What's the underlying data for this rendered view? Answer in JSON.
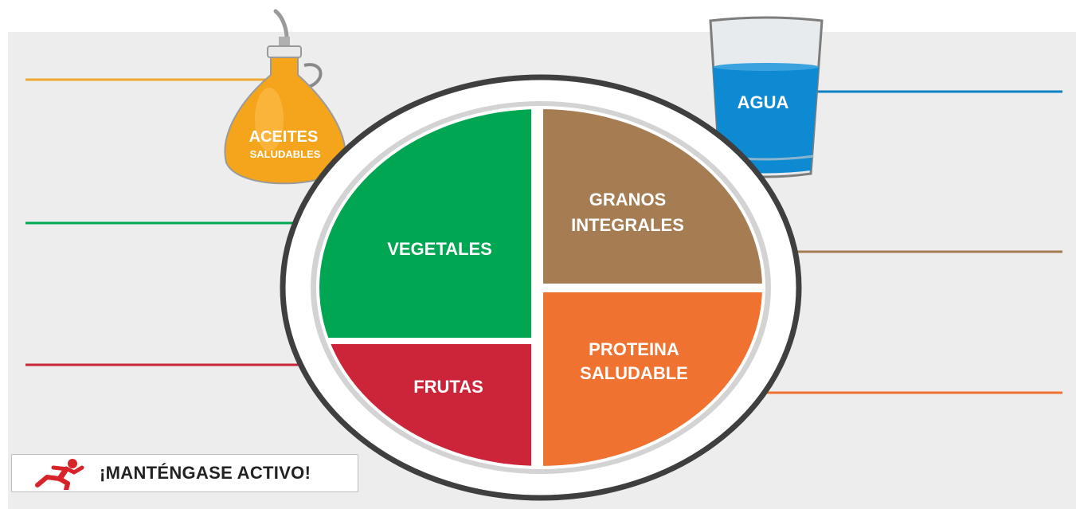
{
  "labels": {
    "aceites_line1": "ACEITES",
    "aceites_line2": "SALUDABLES",
    "agua": "AGUA",
    "vegetales": "VEGETALES",
    "granos_line1": "GRANOS",
    "granos_line2": "INTEGRALES",
    "frutas": "FRUTAS",
    "proteina_line1": "PROTEINA",
    "proteina_line2": "SALUDABLE"
  },
  "badge": {
    "text": "¡MANTÉNGASE ACTIVO!",
    "icon": "running-person-icon"
  },
  "colors": {
    "vegetales": "#00a651",
    "granos": "#a67c52",
    "frutas": "#cc2438",
    "proteina": "#f07230",
    "aceites": "#f7a81b",
    "agua": "#0d8ad1",
    "active_icon": "#d8232a"
  }
}
